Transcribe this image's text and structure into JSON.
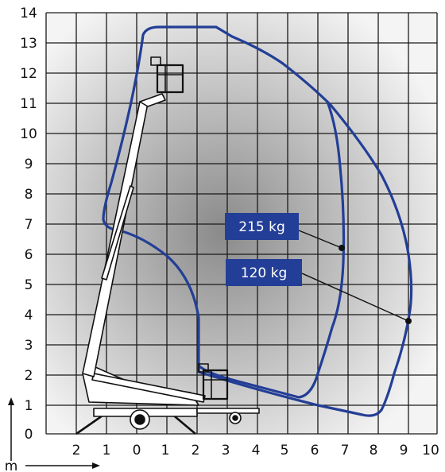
{
  "diagram": {
    "type": "working-range",
    "y_ticks": [
      "0",
      "1",
      "2",
      "3",
      "4",
      "5",
      "6",
      "7",
      "8",
      "9",
      "10",
      "11",
      "12",
      "13",
      "14"
    ],
    "x_ticks": [
      "2",
      "1",
      "0",
      "1",
      "2",
      "3",
      "4",
      "5",
      "6",
      "7",
      "8",
      "9",
      "10"
    ],
    "unit_label": "m",
    "colors": {
      "envelope": "#233e96",
      "label_bg": "#233e96",
      "grid": "#1a1a1a",
      "gradient_dark": "#8e8e8e",
      "gradient_light": "#f4f4f4"
    }
  },
  "callouts": [
    {
      "label": "215 kg",
      "point_x_m": 7,
      "point_y_m": 6.2
    },
    {
      "label": "120 kg",
      "point_x_m": 9.1,
      "point_y_m": 3.8
    }
  ]
}
